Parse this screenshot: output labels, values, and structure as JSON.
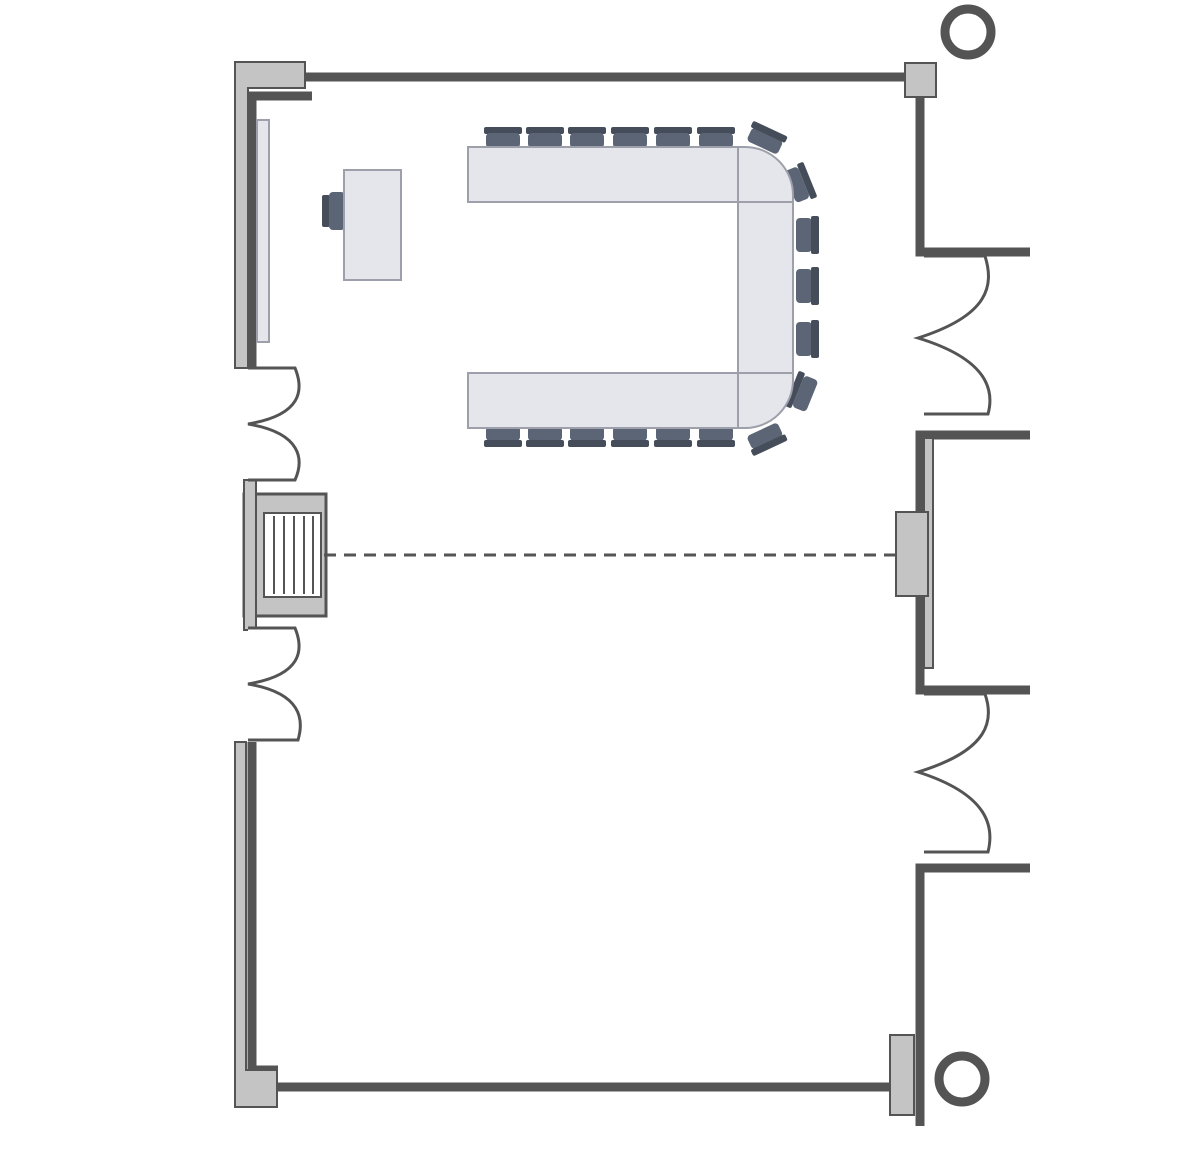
{
  "colors": {
    "wall": "#545454",
    "wall_light": "#c4c4c4",
    "table_fill": "#e5e6ec",
    "table_stroke": "#9d9fab",
    "chair": "#5b6575",
    "chair_dark": "#454d5a",
    "screen_fill": "#e5e6ec",
    "background": "#ffffff"
  },
  "layout": {
    "tables": "u-shape",
    "chairs_top_row": 6,
    "chairs_bottom_row": 6,
    "chairs_right_side": 6,
    "presenter_chairs": 1,
    "doors": 4,
    "partition": "dashed"
  }
}
